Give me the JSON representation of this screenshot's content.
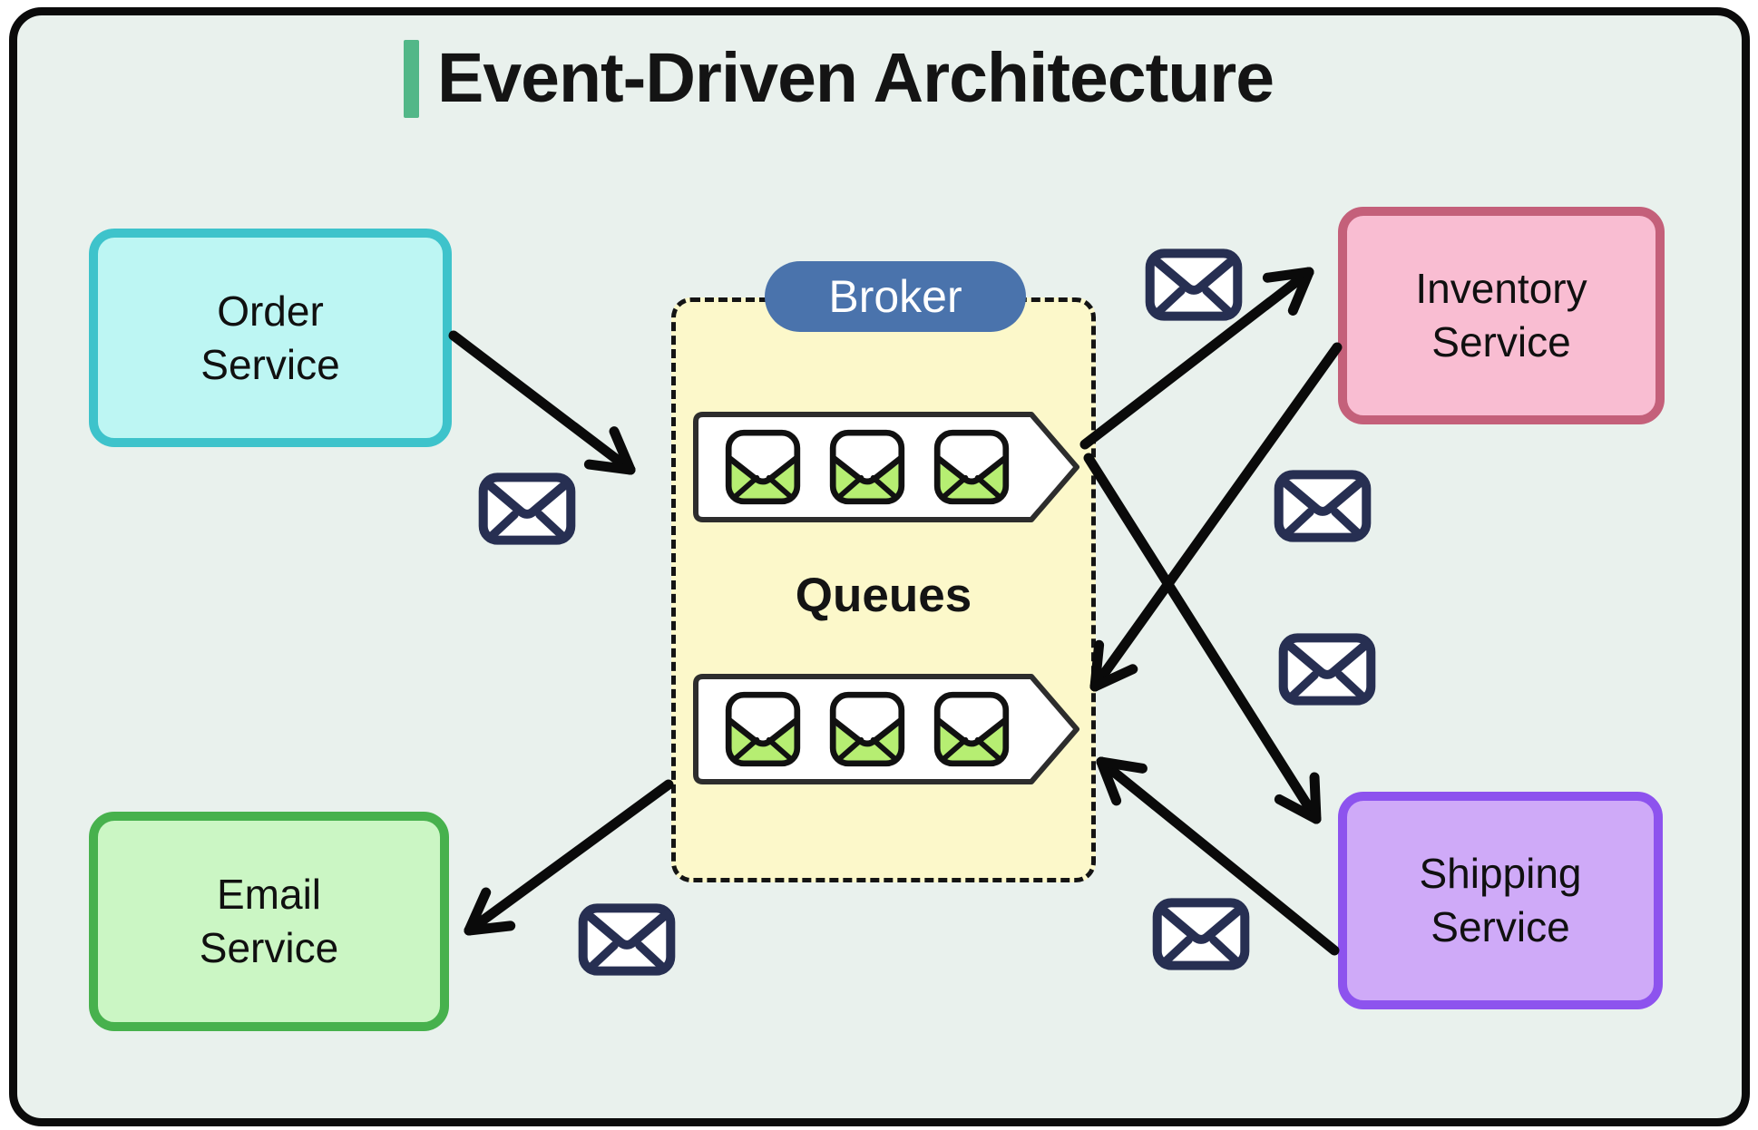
{
  "title": {
    "text": "Event-Driven Architecture"
  },
  "colors": {
    "canvas_bg": "#e9f1ed",
    "frame_border": "#0b0b0b",
    "title_accent": "#52b788",
    "title_text": "#141414",
    "arrow": "#0a0a0a",
    "envelope_navy": "#272f52",
    "envelope_fill": "#ffffff",
    "message_green": "#b6ee72",
    "message_stroke": "#111111",
    "broker_fill": "#fcf8ca",
    "broker_border": "#141414",
    "broker_pill_bg": "#4a73ac",
    "broker_pill_text": "#ffffff",
    "queue_fill": "#ffffff",
    "queue_border": "#2d2d2d",
    "queue_label_text": "#141414"
  },
  "services": [
    {
      "id": "order",
      "label": "Order Service",
      "fill": "#bdf6f3",
      "border": "#3ec3cb"
    },
    {
      "id": "inventory",
      "label": "Inventory Service",
      "fill": "#f9bdd2",
      "border": "#c4607a"
    },
    {
      "id": "email",
      "label": "Email Service",
      "fill": "#cbf6c4",
      "border": "#47b14d"
    },
    {
      "id": "shipping",
      "label": "Shipping Service",
      "fill": "#cfaaf8",
      "border": "#8d53ee"
    }
  ],
  "broker": {
    "label": "Broker",
    "queues_label": "Queues",
    "queue_count": 2,
    "messages_per_queue": 3
  }
}
